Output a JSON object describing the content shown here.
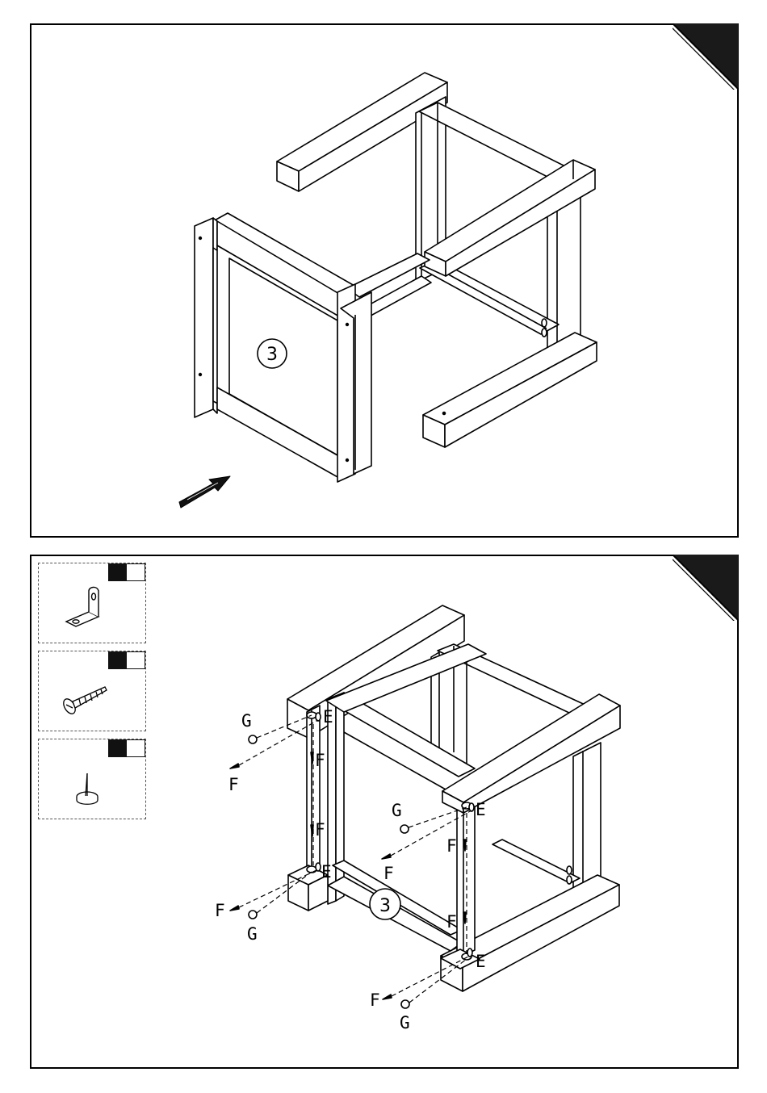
{
  "step1": {
    "panel_number": "3"
  },
  "step2": {
    "panel_number": "3",
    "labels": {
      "bracket": "E",
      "screw": "F",
      "glide": "G"
    },
    "parts": [
      {
        "name": "l-bracket",
        "icon": "l-bracket-icon"
      },
      {
        "name": "screw",
        "icon": "screw-icon"
      },
      {
        "name": "nail-glide",
        "icon": "nail-glide-icon"
      }
    ]
  },
  "colors": {
    "line": "#000000",
    "fill": "#ffffff",
    "corner": "#1a1a1a"
  }
}
